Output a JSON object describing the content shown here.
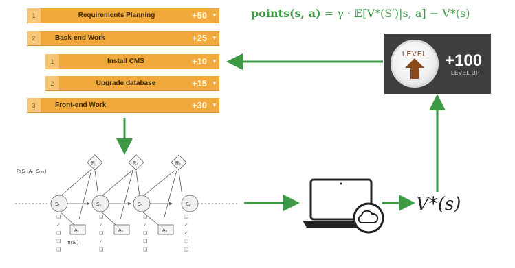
{
  "tasks": [
    {
      "num": "1",
      "label": "Requirements Planning",
      "points": "+50"
    },
    {
      "num": "2",
      "label": "Back-end Work",
      "points": "+25"
    },
    {
      "num": "1",
      "label": "Install CMS",
      "points": "+10"
    },
    {
      "num": "2",
      "label": "Upgrade database",
      "points": "+15"
    },
    {
      "num": "3",
      "label": "Front-end Work",
      "points": "+30"
    }
  ],
  "formula": {
    "lhs": "points(s, a)",
    "rhs": " = γ · 𝔼[V*(S′)|s, a] − V*(s)"
  },
  "level": {
    "badge_text": "LEVEL",
    "points": "+100",
    "caption": "LEVEL UP"
  },
  "v_star": "V*(s)",
  "mdp": {
    "state_labels": [
      "S₁",
      "S₂",
      "S₃",
      "S₄"
    ],
    "reward_labels": [
      "R₁",
      "R₂",
      "R₃"
    ],
    "action_labels": [
      "A₁",
      "A₂",
      "A₃"
    ],
    "reward_fn_label": "R(Sₜ, Aₜ, Sₜ₊₁)",
    "policy_label": "π(Sₜ)"
  },
  "colors": {
    "task_orange": "#f2a93b",
    "arrow_green": "#3d9944",
    "panel_dark": "#3e3e3e",
    "level_arrow": "#8a4a1b"
  },
  "icons": [
    "laptop-icon",
    "cloud-icon",
    "level-up-arrow-icon",
    "dropdown-arrow-icon"
  ]
}
